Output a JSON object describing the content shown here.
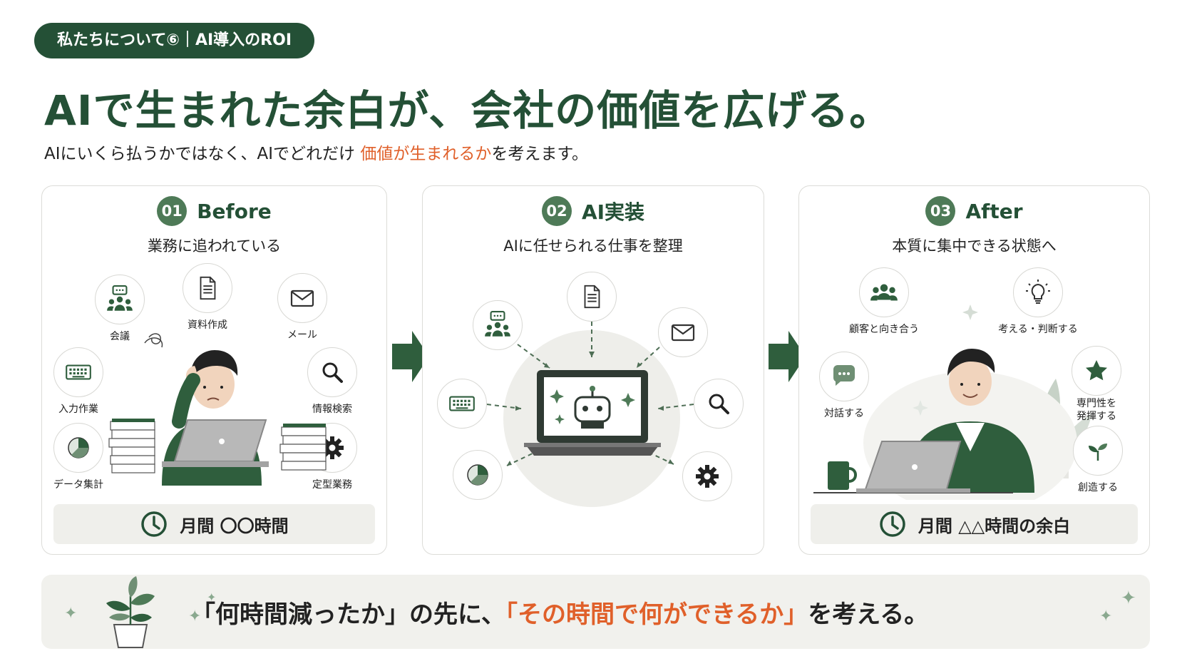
{
  "header": {
    "badge": "私たちについて⑥｜AI導入のROI",
    "headline": "AIで生まれた余白が、会社の価値を広げる。",
    "sub_before": "AIにいくら払うかではなく、AIでどれだけ ",
    "sub_accent": "価値が生まれるか",
    "sub_after": "を考えます。"
  },
  "colors": {
    "brand": "#245036",
    "accent": "#e0602a",
    "badge_num": "#4e7a57"
  },
  "panels": [
    {
      "num": "01",
      "title": "Before",
      "subtitle": "業務に追われている",
      "icons": [
        {
          "label": "会議",
          "icon": "people-chat-icon"
        },
        {
          "label": "資料作成",
          "icon": "document-icon"
        },
        {
          "label": "メール",
          "icon": "mail-icon"
        },
        {
          "label": "入力作業",
          "icon": "keyboard-icon"
        },
        {
          "label": "情報検索",
          "icon": "search-icon"
        },
        {
          "label": "データ集計",
          "icon": "pie-chart-icon"
        },
        {
          "label": "定型業務",
          "icon": "gear-icon"
        }
      ],
      "bar_text": "月間 〇〇時間"
    },
    {
      "num": "02",
      "title": "AI実装",
      "subtitle": "AIに任せられる仕事を整理",
      "icons": [
        {
          "icon": "people-chat-icon"
        },
        {
          "icon": "document-icon"
        },
        {
          "icon": "mail-icon"
        },
        {
          "icon": "keyboard-icon"
        },
        {
          "icon": "search-icon"
        },
        {
          "icon": "pie-chart-icon"
        },
        {
          "icon": "gear-icon"
        }
      ]
    },
    {
      "num": "03",
      "title": "After",
      "subtitle": "本質に集中できる状態へ",
      "icons": [
        {
          "label": "顧客と向き合う",
          "icon": "people-icon"
        },
        {
          "label": "考える・判断する",
          "icon": "lightbulb-icon"
        },
        {
          "label": "対話する",
          "icon": "chat-icon"
        },
        {
          "label": "専門性を発揮する",
          "label1": "専門性を",
          "label2": "発揮する",
          "icon": "star-icon"
        },
        {
          "label": "創造する",
          "icon": "sprout-icon"
        }
      ],
      "bar_text": "月間 △△時間の余白"
    }
  ],
  "footer": {
    "part1": "「何時間減ったか」の先に、",
    "part2": "「その時間で何ができるか」",
    "part3": "を考える。"
  }
}
